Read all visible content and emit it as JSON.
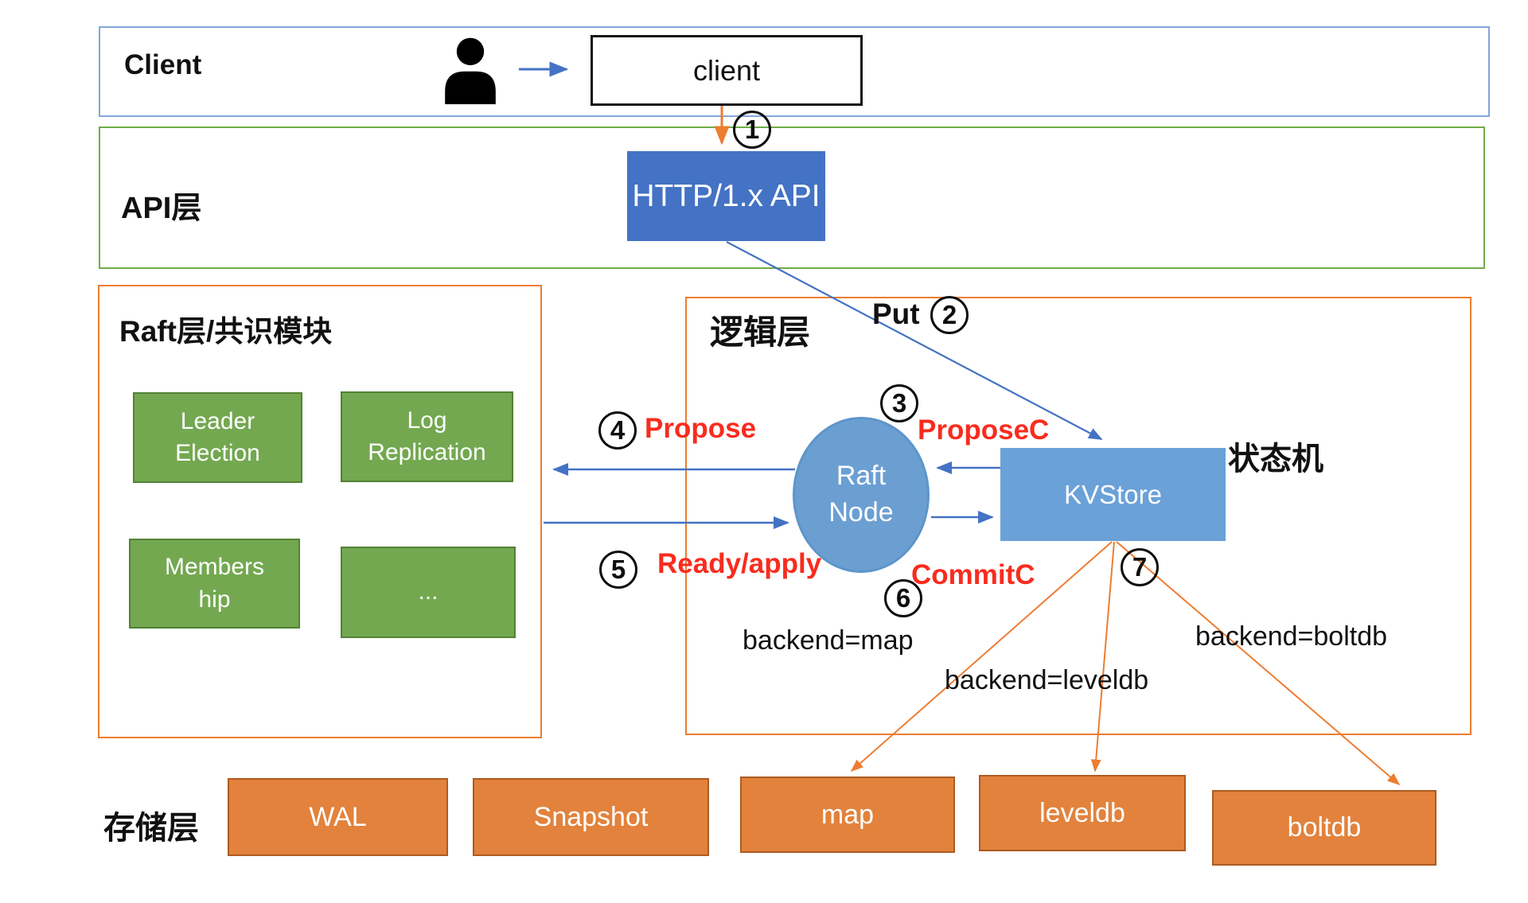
{
  "colors": {
    "accent_blue": "#4472c4",
    "node_blue_fill": "#6aa1d8",
    "client_layer_border": "#84a7d8",
    "api_layer_border": "#70ad47",
    "raft_logic_layer_border": "#ed7d31",
    "green_module_fill": "#73a850",
    "storage_box_fill": "#e2823c",
    "red_annotation": "#f82c1e"
  },
  "layers": {
    "client": {
      "label": "Client"
    },
    "api": {
      "label": "API层"
    },
    "raft": {
      "title": "Raft层/共识模块",
      "modules": [
        "Leader\nElection",
        "Log\nReplication",
        "Members\nhip",
        "..."
      ]
    },
    "logic": {
      "label": "逻辑层"
    },
    "storage": {
      "label": "存储层",
      "stores": [
        "WAL",
        "Snapshot",
        "map",
        "leveldb",
        "boltdb"
      ]
    }
  },
  "nodes": {
    "client_box": "client",
    "http_api": "HTTP/1.x API",
    "raft_node": "Raft\nNode",
    "kvstore": "KVStore",
    "state_machine": "状态机"
  },
  "steps": {
    "s1": "1",
    "s2": "2",
    "s3": "3",
    "s4": "4",
    "s5": "5",
    "s6": "6",
    "s7": "7"
  },
  "annotations": {
    "put": "Put",
    "propose": "Propose",
    "propose_c": "ProposeC",
    "ready_apply": "Ready/apply",
    "commit_c": "CommitC",
    "backend_map": "backend=map",
    "backend_leveldb": "backend=leveldb",
    "backend_boltdb": "backend=boltdb"
  }
}
